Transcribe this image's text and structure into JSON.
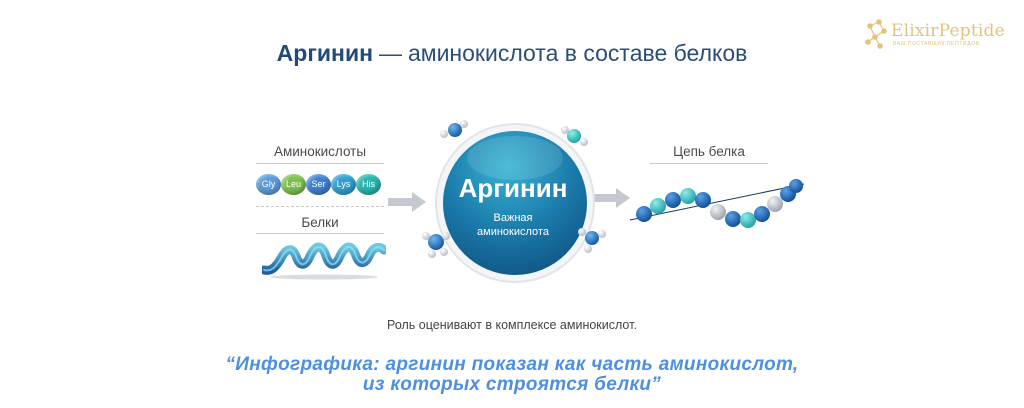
{
  "title": {
    "bold": "Аргинин",
    "dash": "—",
    "rest": "аминокислота в составе белков"
  },
  "logo": {
    "name": "ElixirPeptide",
    "tagline": "ВАШ ПОСТАВЩИК ПЕПТИДОВ"
  },
  "left": {
    "amino_label": "Аминокислоты",
    "pills": [
      {
        "label": "Gly",
        "color": "#5a9bd8"
      },
      {
        "label": "Leu",
        "color": "#7cc04a"
      },
      {
        "label": "Ser",
        "color": "#3f7fcf"
      },
      {
        "label": "Lys",
        "color": "#2f9fd0"
      },
      {
        "label": "His",
        "color": "#27b3b0"
      }
    ],
    "protein_label": "Белки"
  },
  "center": {
    "name": "Аргинин",
    "sub_line1": "Важная",
    "sub_line2": "аминокислота"
  },
  "right": {
    "chain_label": "Цепь белка"
  },
  "caption": "Роль оценивают в комплексе аминокислот.",
  "quote": {
    "line1": "“Инфографика: аргинин показан как часть аминокислот,",
    "line2": "из которых строятся белки”"
  },
  "colors": {
    "sphere_dark": "#0d4f7f",
    "sphere_light": "#2ea3c9",
    "bead_blue": "#1f68b5",
    "bead_teal": "#3bbcc0",
    "bead_gray": "#b9bcc4",
    "quote": "#4d8fe0"
  }
}
